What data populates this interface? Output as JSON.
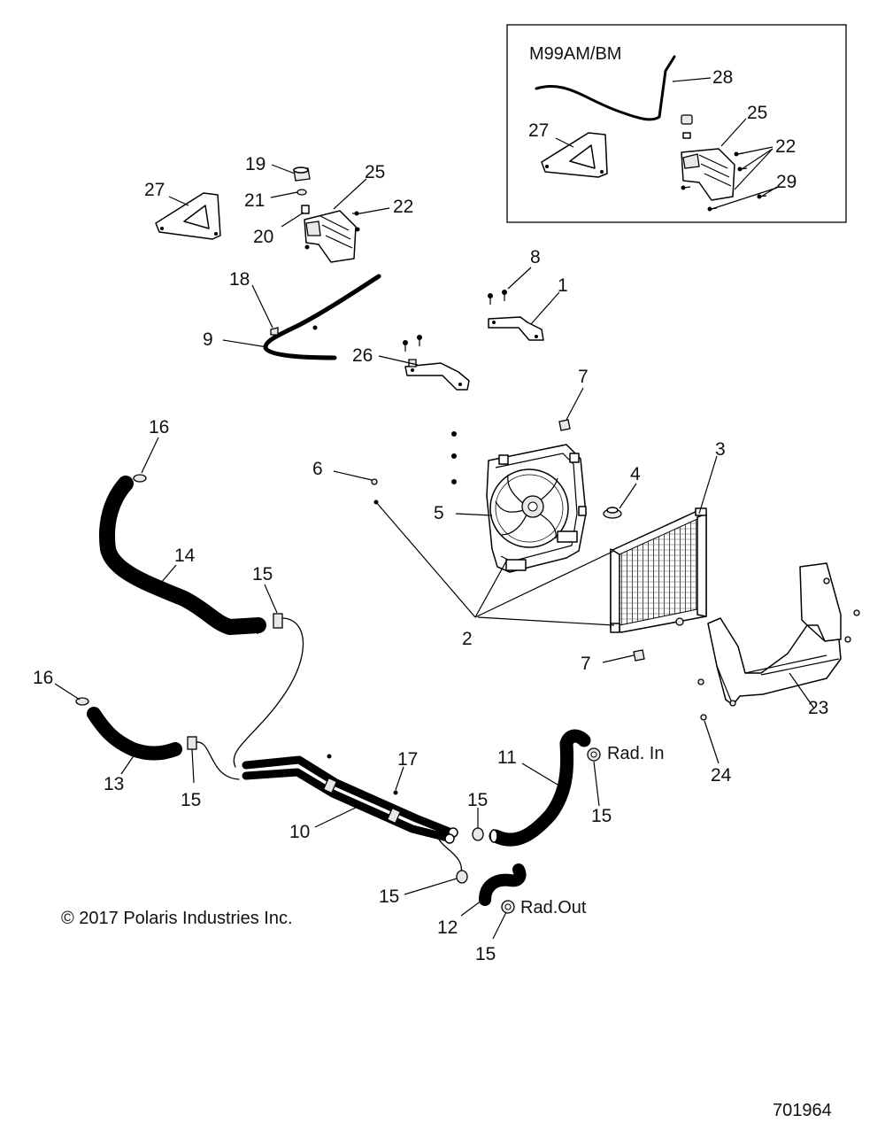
{
  "inset": {
    "title": "M99AM/BM"
  },
  "labels": {
    "l1": "1",
    "l2": "2",
    "l3": "3",
    "l4": "4",
    "l5": "5",
    "l6": "6",
    "l7a": "7",
    "l7b": "7",
    "l8": "8",
    "l9": "9",
    "l10": "10",
    "l11": "11",
    "l12": "12",
    "l13": "13",
    "l14": "14",
    "l15a": "15",
    "l15b": "15",
    "l15c": "15",
    "l15d": "15",
    "l15e": "15",
    "l15f": "15",
    "l16a": "16",
    "l16b": "16",
    "l17": "17",
    "l18": "18",
    "l19": "19",
    "l20": "20",
    "l21": "21",
    "l22a": "22",
    "l22b": "22",
    "l23": "23",
    "l24": "24",
    "l25a": "25",
    "l25b": "25",
    "l26": "26",
    "l27a": "27",
    "l27b": "27",
    "l28": "28",
    "l29": "29"
  },
  "notes": {
    "rad_in": "Rad. In",
    "rad_out": "Rad.Out",
    "copyright": "© 2017 Polaris Industries Inc.",
    "diagram_number": "701964"
  }
}
